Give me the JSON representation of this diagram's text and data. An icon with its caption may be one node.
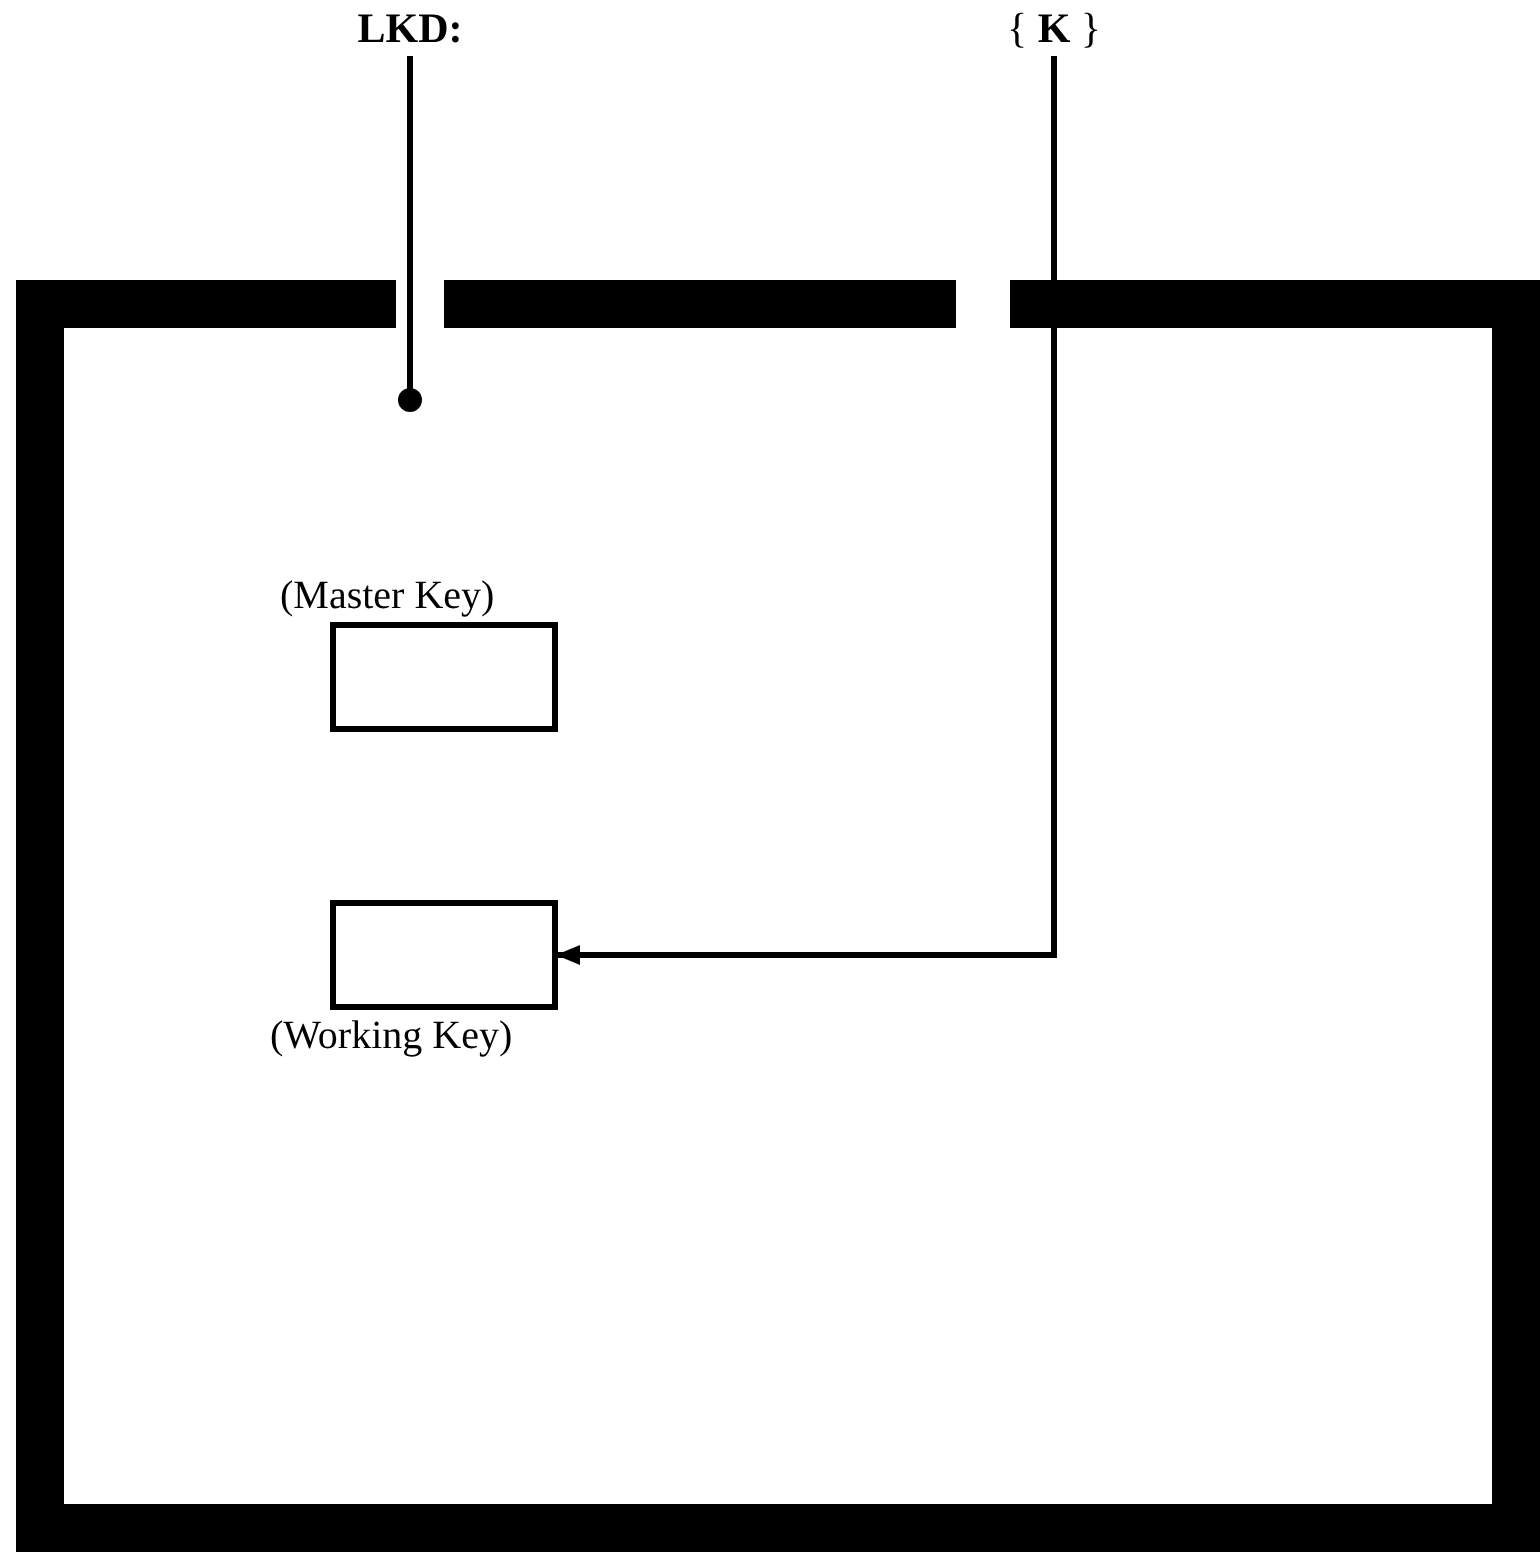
{
  "diagram": {
    "nodes": [
      {
        "text": [],
        "shape": "box"
      },
      {
        "text": [
          "LKD:"
        ]
      },
      {
        "text": [
          "{ **K** }"
        ]
      },
      {
        "text": [
          "(Master Key)"
        ],
        "in": 0
      },
      {
        "text": [
          "(Working Key)"
        ],
        "in": 0
      }
    ],
    "edges": [
      {
        "from": 1,
        "to": null,
        "arrow": "other"
      },
      {
        "from": 2,
        "to": 4,
        "arrow": "to"
      }
    ]
  }
}
